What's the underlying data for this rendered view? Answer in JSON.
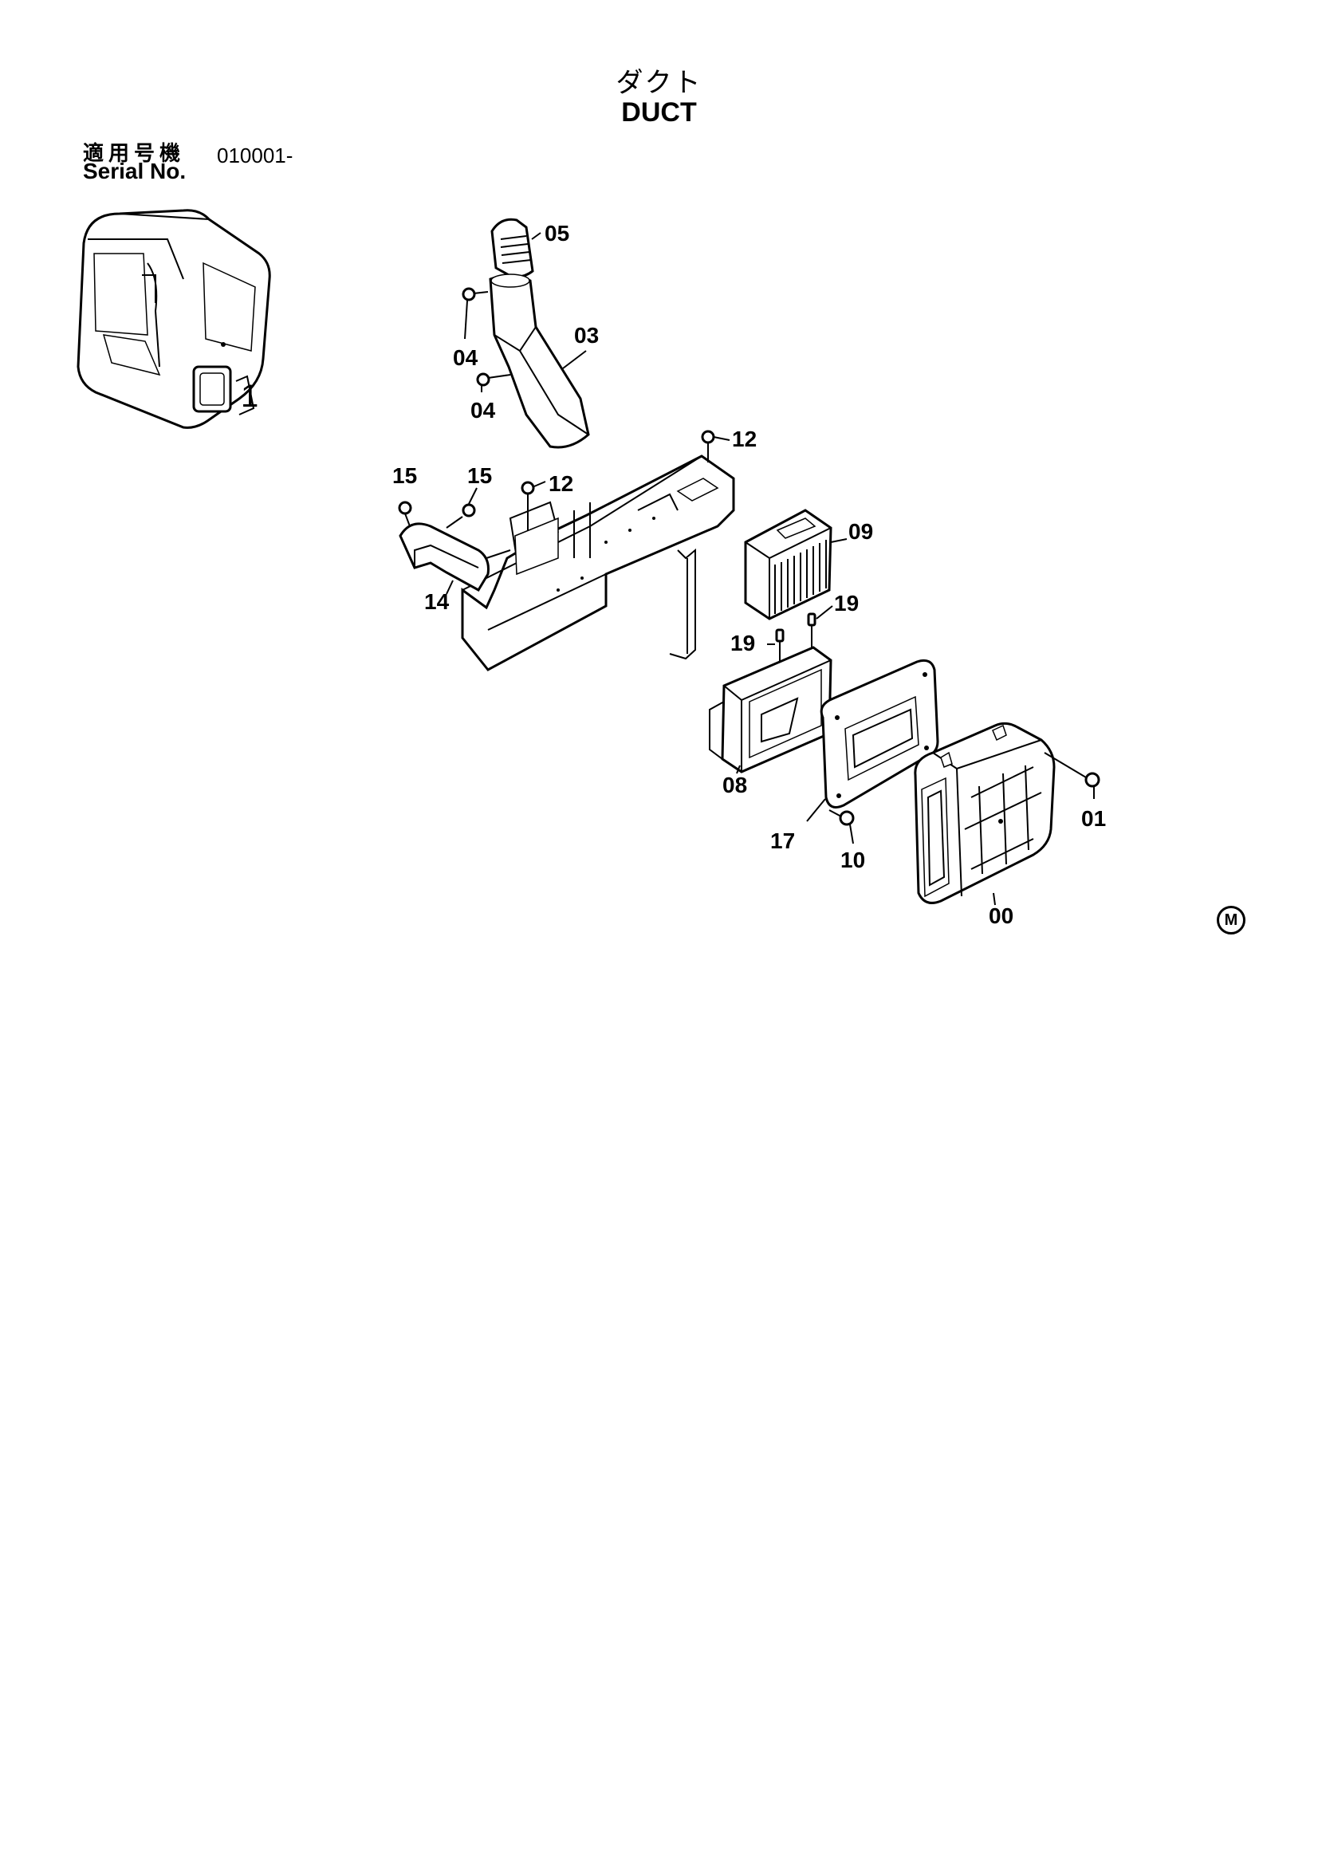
{
  "title": {
    "japanese": "ダクト",
    "english": "DUCT"
  },
  "serial": {
    "label_jp": "適用号機",
    "label_en": "Serial No.",
    "value": "010001-"
  },
  "callouts": [
    {
      "id": "c05",
      "text": "05"
    },
    {
      "id": "c04a",
      "text": "04"
    },
    {
      "id": "c03",
      "text": "03"
    },
    {
      "id": "c04b",
      "text": "04"
    },
    {
      "id": "c12a",
      "text": "12"
    },
    {
      "id": "c15a",
      "text": "15"
    },
    {
      "id": "c15b",
      "text": "15"
    },
    {
      "id": "c12b",
      "text": "12"
    },
    {
      "id": "c09",
      "text": "09"
    },
    {
      "id": "c14",
      "text": "14"
    },
    {
      "id": "c19a",
      "text": "19"
    },
    {
      "id": "c19b",
      "text": "19"
    },
    {
      "id": "c08",
      "text": "08"
    },
    {
      "id": "c01",
      "text": "01"
    },
    {
      "id": "c17",
      "text": "17"
    },
    {
      "id": "c10",
      "text": "10"
    },
    {
      "id": "c00",
      "text": "00"
    }
  ],
  "mark": "M"
}
